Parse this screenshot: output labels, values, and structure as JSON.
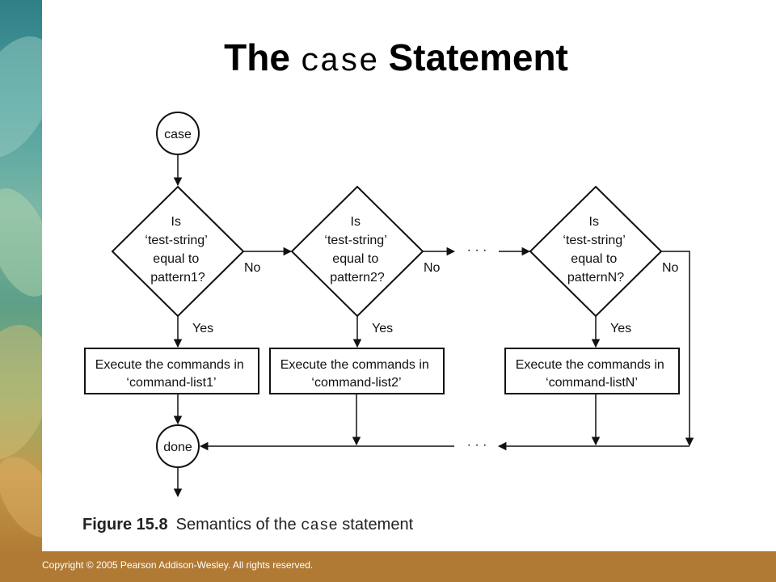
{
  "slide": {
    "title_prefix": "The ",
    "title_code": "case",
    "title_suffix": " Statement"
  },
  "diagram": {
    "start_label": "case",
    "end_label": "done",
    "decisions": [
      {
        "lines": [
          "Is",
          "‘test-string’",
          "equal to",
          "pattern1?"
        ],
        "no_label": "No",
        "yes_label": "Yes"
      },
      {
        "lines": [
          "Is",
          "‘test-string’",
          "equal to",
          "pattern2?"
        ],
        "no_label": "No",
        "yes_label": "Yes"
      },
      {
        "lines": [
          "Is",
          "‘test-string’",
          "equal to",
          "patternN?"
        ],
        "no_label": "No",
        "yes_label": "Yes"
      }
    ],
    "actions": [
      {
        "lines": [
          "Execute the commands in",
          "‘command-list1’"
        ]
      },
      {
        "lines": [
          "Execute the commands in",
          "‘command-list2’"
        ]
      },
      {
        "lines": [
          "Execute the commands in",
          "‘command-listN’"
        ]
      }
    ],
    "ellipsis": "· · ·"
  },
  "caption": {
    "figure_number": "Figure 15.8",
    "text_prefix": "Semantics of the ",
    "text_code": "case",
    "text_suffix": " statement"
  },
  "footer": {
    "copyright": "Copyright © 2005 Pearson Addison-Wesley. All rights reserved."
  },
  "colors": {
    "footer_bar": "#b07a35",
    "strip_teal": "#2f7f86",
    "line": "#111111"
  }
}
